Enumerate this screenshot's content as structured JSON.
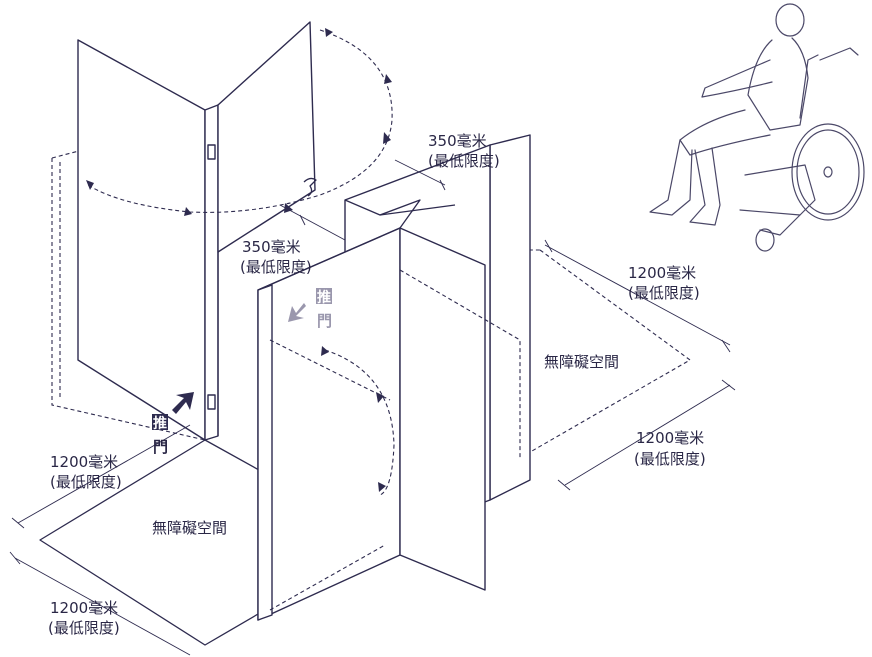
{
  "labels": {
    "dim_top": [
      "350毫米",
      "(最低限度)"
    ],
    "dim_mid": [
      "350毫米",
      "(最低限度)"
    ],
    "dim_right_upper": [
      "1200毫米",
      "(最低限度)"
    ],
    "dim_right_lower": [
      "1200毫米",
      "(最低限度)"
    ],
    "dim_left_upper": [
      "1200毫米",
      "(最低限度)"
    ],
    "dim_left_lower": [
      "1200毫米",
      "(最低限度)"
    ],
    "space_right": "無障礙空間",
    "space_left": "無障礙空間",
    "push_left": [
      "推",
      "門"
    ],
    "push_right": [
      "推",
      "門"
    ]
  },
  "icons": {
    "wheelchair": "wheelchair-user-icon",
    "push_arrow": "arrow-icon",
    "swing": "door-swing-arc"
  },
  "colors": {
    "line": "#2e2b4f",
    "text": "#2a2746",
    "arrow_grey": "#9a97ad"
  }
}
